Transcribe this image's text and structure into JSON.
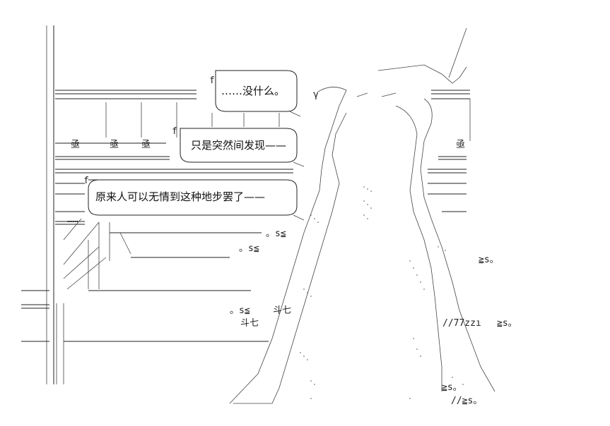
{
  "bubbles": [
    {
      "id": "bubble-1",
      "text": "……没什么。"
    },
    {
      "id": "bubble-2",
      "text": "只是突然间发现——"
    },
    {
      "id": "bubble-3",
      "text": "原来人可以无情到这种地步罢了——"
    }
  ],
  "decor": {
    "prefix_f": "f",
    "gamma": "γ",
    "ascii": {
      "s1": "。s≦",
      "s2": "。s≦",
      "s3": "。s≦",
      "s4": "≧s。",
      "s5": "≧s。",
      "s6": "≧s。",
      "doujiu1": "斗七",
      "doujiu2": "斗七",
      "zz": "//77zzı",
      "zz2": "//≧s。",
      "rows": [
        "亟",
        "亟",
        "亟",
        "亟"
      ],
      "dotsline": "……"
    }
  },
  "colors": {
    "ink": "#222222",
    "background": "#ffffff"
  }
}
